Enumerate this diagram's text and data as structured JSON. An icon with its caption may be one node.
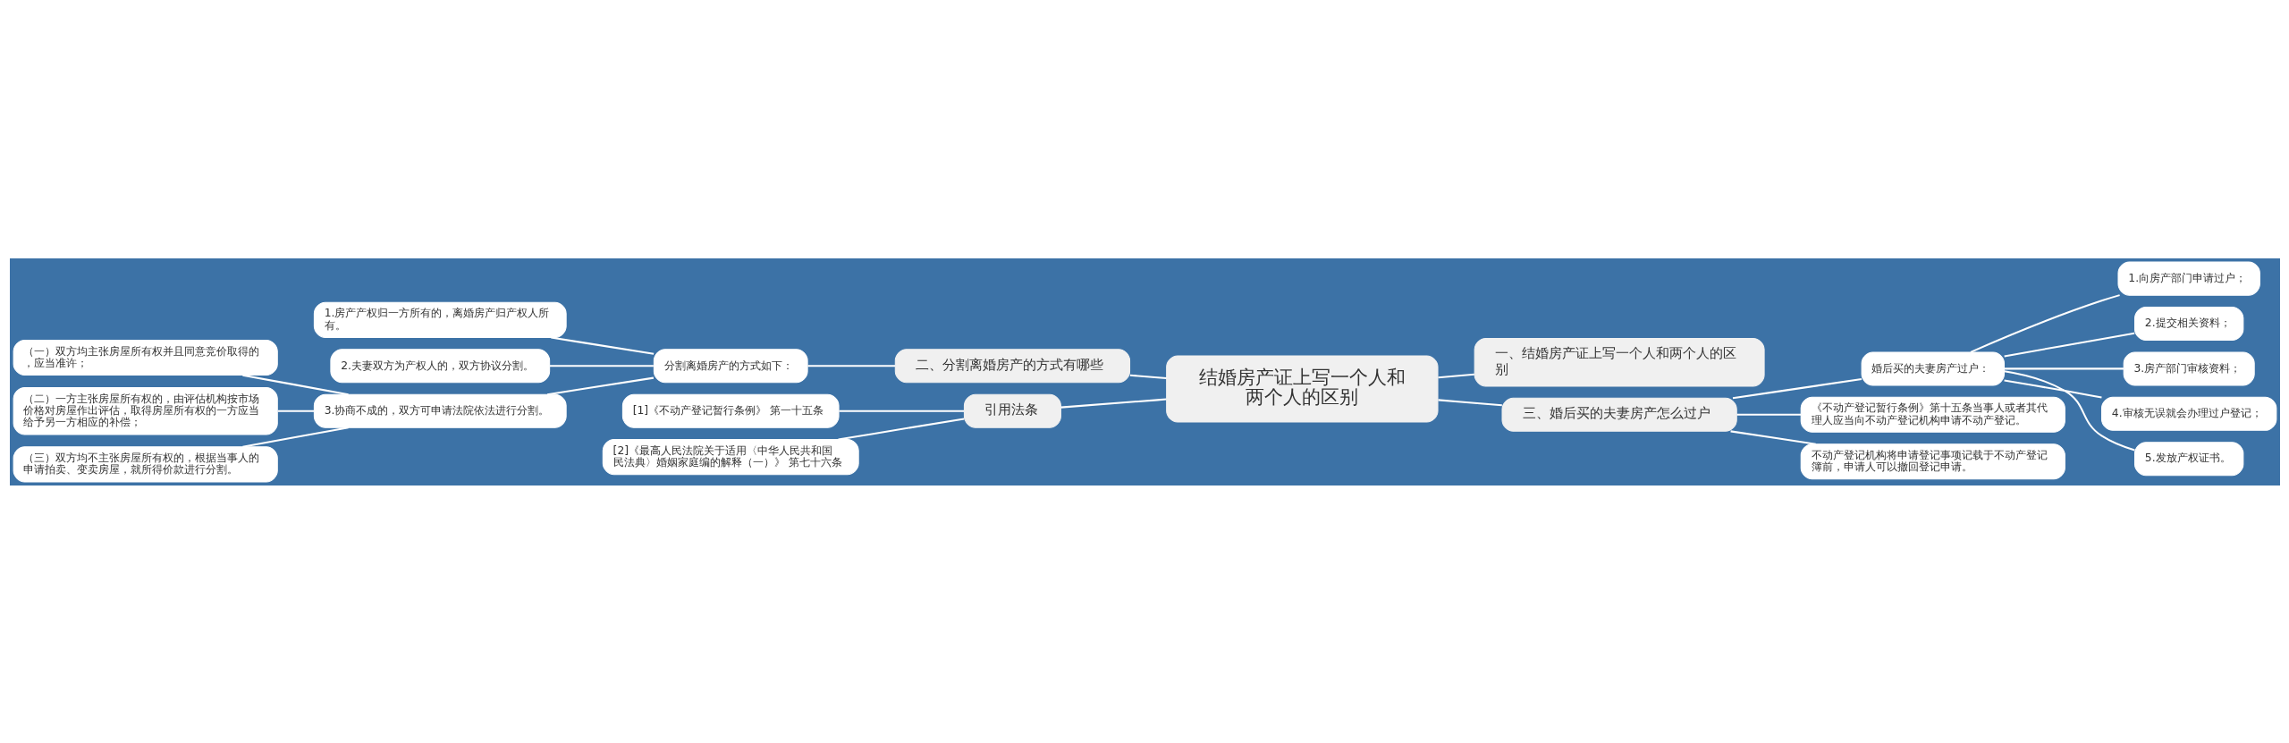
{
  "diagram": {
    "nodes": [
      {
        "text": [
          "结婚房产证上写一个人和两个人的区别"
        ]
      },
      {
        "text": [
          "一、结婚房产证上写一个人和两个人的区别"
        ]
      },
      {
        "text": [
          "三、婚后买的夫妻房产怎么过户"
        ]
      },
      {
        "text": [
          "婚后买的夫妻房产过户："
        ]
      },
      {
        "text": [
          "1.向房产部门申请过户；"
        ]
      },
      {
        "text": [
          "2.提交相关资料；"
        ]
      },
      {
        "text": [
          "3.房产部门审核资料；"
        ]
      },
      {
        "text": [
          "4.审核无误就会办理过户登记；"
        ]
      },
      {
        "text": [
          "5.发放产权证书。"
        ]
      },
      {
        "text": [
          "《不动产登记暂行条例》第十五条当事人或者其代理人应当向不动产登记机构申请不动产登记。"
        ]
      },
      {
        "text": [
          "不动产登记机构将申请登记事项记载于不动产登记簿前，申请人可以撤回登记申请。"
        ]
      },
      {
        "text": [
          "二、分割离婚房产的方式有哪些"
        ]
      },
      {
        "text": [
          "分割离婚房产的方式如下："
        ]
      },
      {
        "text": [
          "1.房产产权归一方所有的，离婚房产归产权人所有。"
        ]
      },
      {
        "text": [
          "2.夫妻双方为产权人的，双方协议分割。"
        ]
      },
      {
        "text": [
          "3.协商不成的，双方可申请法院依法进行分割。"
        ]
      },
      {
        "text": [
          "（一）双方均主张房屋所有权并且同意竞价取得的，应当准许；"
        ]
      },
      {
        "text": [
          "（二）一方主张房屋所有权的，由评估机构按市场价格对房屋作出评估，取得房屋所有权的一方应当给予另一方相应的补偿；"
        ]
      },
      {
        "text": [
          "（三）双方均不主张房屋所有权的，根据当事人的申请拍卖、变卖房屋，就所得价款进行分割。"
        ]
      },
      {
        "text": [
          "引用法条"
        ]
      },
      {
        "text": [
          "[1]《不动产登记暂行条例》 第一十五条"
        ]
      },
      {
        "text": [
          "[2]《最高人民法院关于适用〈中华人民共和国民法典〉婚姻家庭编的解释（一）》 第七十六条"
        ]
      }
    ],
    "edges": [
      {
        "from": 0,
        "to": 1,
        "arrow": "none"
      },
      {
        "from": 0,
        "to": 2,
        "arrow": "none"
      },
      {
        "from": 2,
        "to": 3,
        "arrow": "none"
      },
      {
        "from": 3,
        "to": 4,
        "arrow": "none"
      },
      {
        "from": 3,
        "to": 5,
        "arrow": "none"
      },
      {
        "from": 3,
        "to": 6,
        "arrow": "none"
      },
      {
        "from": 3,
        "to": 7,
        "arrow": "none"
      },
      {
        "from": 3,
        "to": 8,
        "arrow": "none"
      },
      {
        "from": 2,
        "to": 9,
        "arrow": "none"
      },
      {
        "from": 2,
        "to": 10,
        "arrow": "none"
      },
      {
        "from": 0,
        "to": 11,
        "arrow": "none"
      },
      {
        "from": 11,
        "to": 12,
        "arrow": "none"
      },
      {
        "from": 12,
        "to": 13,
        "arrow": "none"
      },
      {
        "from": 12,
        "to": 14,
        "arrow": "none"
      },
      {
        "from": 12,
        "to": 15,
        "arrow": "none"
      },
      {
        "from": 15,
        "to": 16,
        "arrow": "none"
      },
      {
        "from": 15,
        "to": 17,
        "arrow": "none"
      },
      {
        "from": 15,
        "to": 18,
        "arrow": "none"
      },
      {
        "from": 0,
        "to": 19,
        "arrow": "none"
      },
      {
        "from": 19,
        "to": 20,
        "arrow": "none"
      },
      {
        "from": 19,
        "to": 21,
        "arrow": "none"
      }
    ]
  }
}
